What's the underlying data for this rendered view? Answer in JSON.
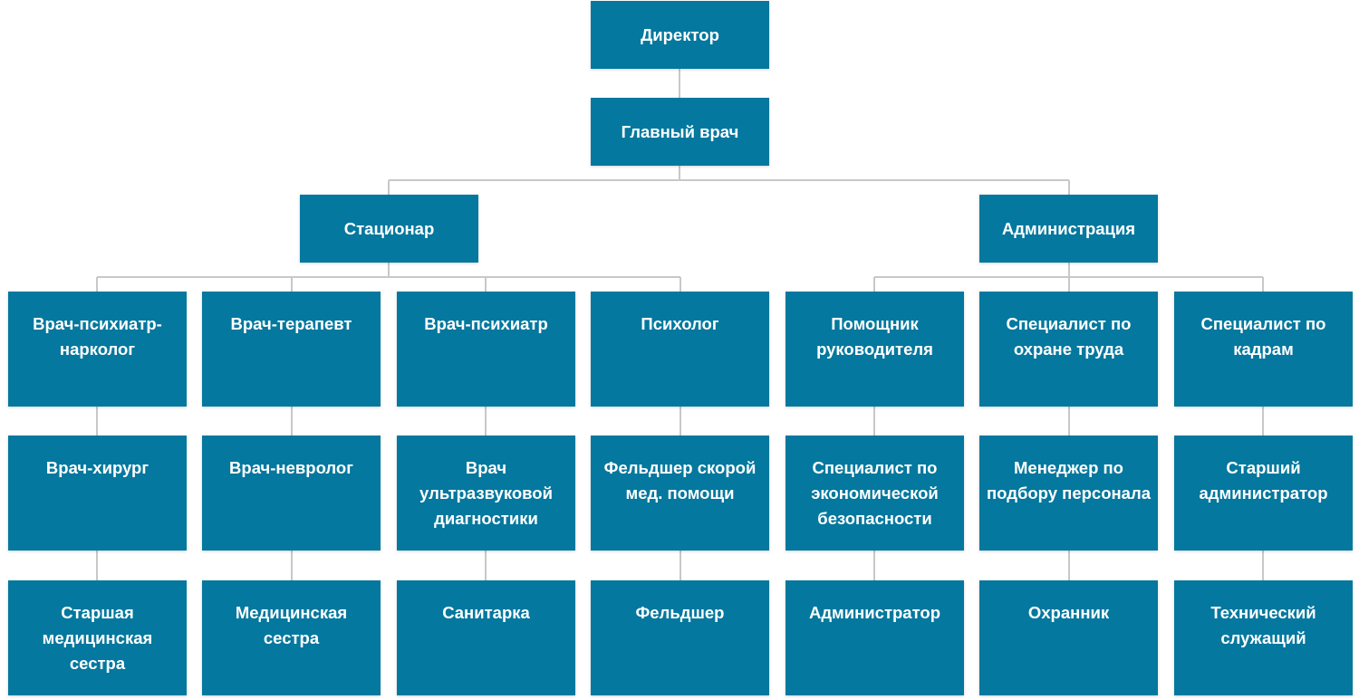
{
  "colors": {
    "box_fill": "#04789e",
    "box_text": "#ffffff",
    "connector": "#c8c8c8"
  },
  "top": {
    "director": "Директор",
    "chief_doctor": "Главный врач"
  },
  "branches": {
    "hospital": "Стационар",
    "administration": "Администрация"
  },
  "columns": [
    {
      "row1": "Врач-психиатр-нарколог",
      "row2": "Врач-хирург",
      "row3": "Старшая медицинская сестра"
    },
    {
      "row1": "Врач-терапевт",
      "row2": "Врач-невролог",
      "row3": "Медицинская сестра"
    },
    {
      "row1": "Врач-психиатр",
      "row2": "Врач ультразвуковой диагностики",
      "row3": "Санитарка"
    },
    {
      "row1": "Психолог",
      "row2": "Фельдшер скорой мед. помощи",
      "row3": "Фельдшер"
    },
    {
      "row1": "Помощник руководителя",
      "row2": "Специалист по экономической безопасности",
      "row3": "Администратор"
    },
    {
      "row1": "Специалист по охране труда",
      "row2": "Менеджер по подбору персонала",
      "row3": "Охранник"
    },
    {
      "row1": "Специалист по кадрам",
      "row2": "Старший администратор",
      "row3": "Технический служащий"
    }
  ]
}
